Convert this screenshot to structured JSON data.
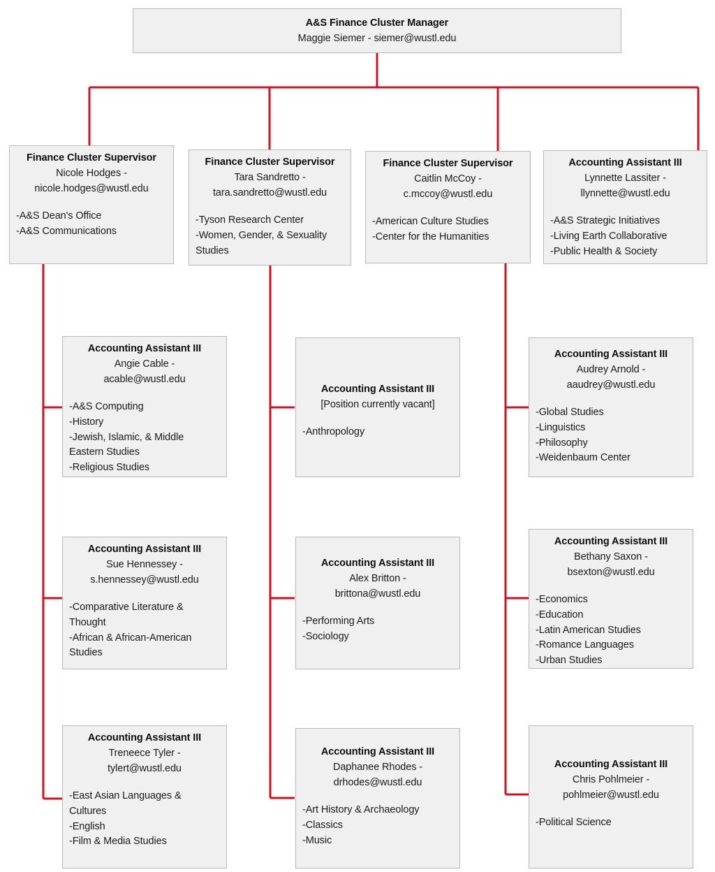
{
  "meta": {
    "accent_color": "#cc1122",
    "box_fill": "#f0f0f0",
    "box_border": "#b8b8b8",
    "text_color": "#1a1a1a"
  },
  "root": {
    "title": "A&S Finance Cluster Manager",
    "person": "Maggie Siemer - siemer@wustl.edu",
    "units": []
  },
  "supervisors": [
    {
      "title": "Finance Cluster Supervisor",
      "person_line1": "Nicole Hodges -",
      "person_line2": "nicole.hodges@wustl.edu",
      "units": [
        "-A&S Dean's Office",
        "-A&S Communications"
      ]
    },
    {
      "title": "Finance Cluster Supervisor",
      "person_line1": "Tara Sandretto -",
      "person_line2": "tara.sandretto@wustl.edu",
      "units": [
        "-Tyson Research Center",
        "-Women, Gender, & Sexuality Studies"
      ]
    },
    {
      "title": "Finance Cluster Supervisor",
      "person_line1": "Caitlin McCoy -",
      "person_line2": "c.mccoy@wustl.edu",
      "units": [
        "-American Culture Studies",
        "-Center for the Humanities"
      ]
    },
    {
      "title": "Accounting Assistant III",
      "person_line1": "Lynnette Lassiter -",
      "person_line2": "llynnette@wustl.edu",
      "units": [
        "-A&S Strategic Initiatives",
        "-Living Earth Collaborative",
        "-Public Health & Society"
      ]
    }
  ],
  "assistants": {
    "column1": [
      {
        "title": "Accounting Assistant III",
        "person_line1": "Angie Cable -",
        "person_line2": "acable@wustl.edu",
        "units": [
          "-A&S Computing",
          "-History",
          "-Jewish, Islamic, & Middle Eastern Studies",
          "-Religious Studies"
        ]
      },
      {
        "title": "Accounting Assistant III",
        "person_line1": "Sue Hennessey -",
        "person_line2": "s.hennessey@wustl.edu",
        "units": [
          "-Comparative Literature & Thought",
          "-African & African-American Studies"
        ]
      },
      {
        "title": "Accounting Assistant III",
        "person_line1": "Treneece Tyler -",
        "person_line2": "tylert@wustl.edu",
        "units": [
          "-East Asian Languages & Cultures",
          "-English",
          "-Film & Media Studies"
        ]
      }
    ],
    "column2": [
      {
        "title": "Accounting Assistant III",
        "person_line1": "[Position currently vacant]",
        "person_line2": "",
        "units": [
          "-Anthropology"
        ]
      },
      {
        "title": "Accounting Assistant III",
        "person_line1": "Alex Britton -",
        "person_line2": "brittona@wustl.edu",
        "units": [
          "-Performing Arts",
          "-Sociology"
        ]
      },
      {
        "title": "Accounting Assistant III",
        "person_line1": "Daphanee Rhodes -",
        "person_line2": "drhodes@wustl.edu",
        "units": [
          "-Art History & Archaeology",
          "-Classics",
          "-Music"
        ]
      }
    ],
    "column3": [
      {
        "title": "Accounting Assistant III",
        "person_line1": "Audrey Arnold -",
        "person_line2": "aaudrey@wustl.edu",
        "units": [
          "-Global Studies",
          "-Linguistics",
          "-Philosophy",
          "-Weidenbaum Center"
        ]
      },
      {
        "title": "Accounting Assistant III",
        "person_line1": "Bethany Saxon -",
        "person_line2": "bsexton@wustl.edu",
        "units": [
          "-Economics",
          "-Education",
          "-Latin American Studies",
          "-Romance Languages",
          "-Urban Studies"
        ]
      },
      {
        "title": "Accounting Assistant III",
        "person_line1": "Chris Pohlmeier -",
        "person_line2": "pohlmeier@wustl.edu",
        "units": [
          "-Political Science"
        ]
      }
    ]
  }
}
